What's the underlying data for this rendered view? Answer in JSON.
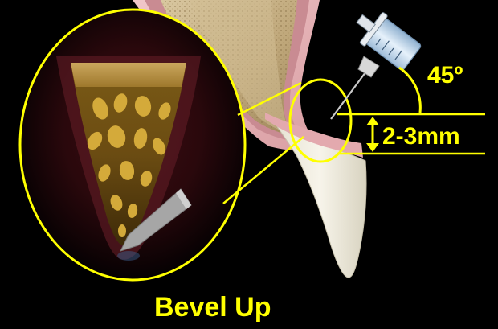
{
  "annotations": {
    "angle_label": "45º",
    "depth_label": "2-3mm",
    "bevel_caption": "Bevel Up"
  },
  "colors": {
    "background": "#000000",
    "annotation_yellow": "#ffff00",
    "gingiva_pink": "#e8b4b8",
    "bone_tan": "#c8b48c",
    "tooth_enamel": "#f2efe2",
    "syringe_barrel": "#bcd6ec",
    "needle_bevel_gray": "#a6a6a6"
  },
  "icons": {
    "syringe": "syringe-icon",
    "needle_bevel": "needle-bevel-icon"
  }
}
